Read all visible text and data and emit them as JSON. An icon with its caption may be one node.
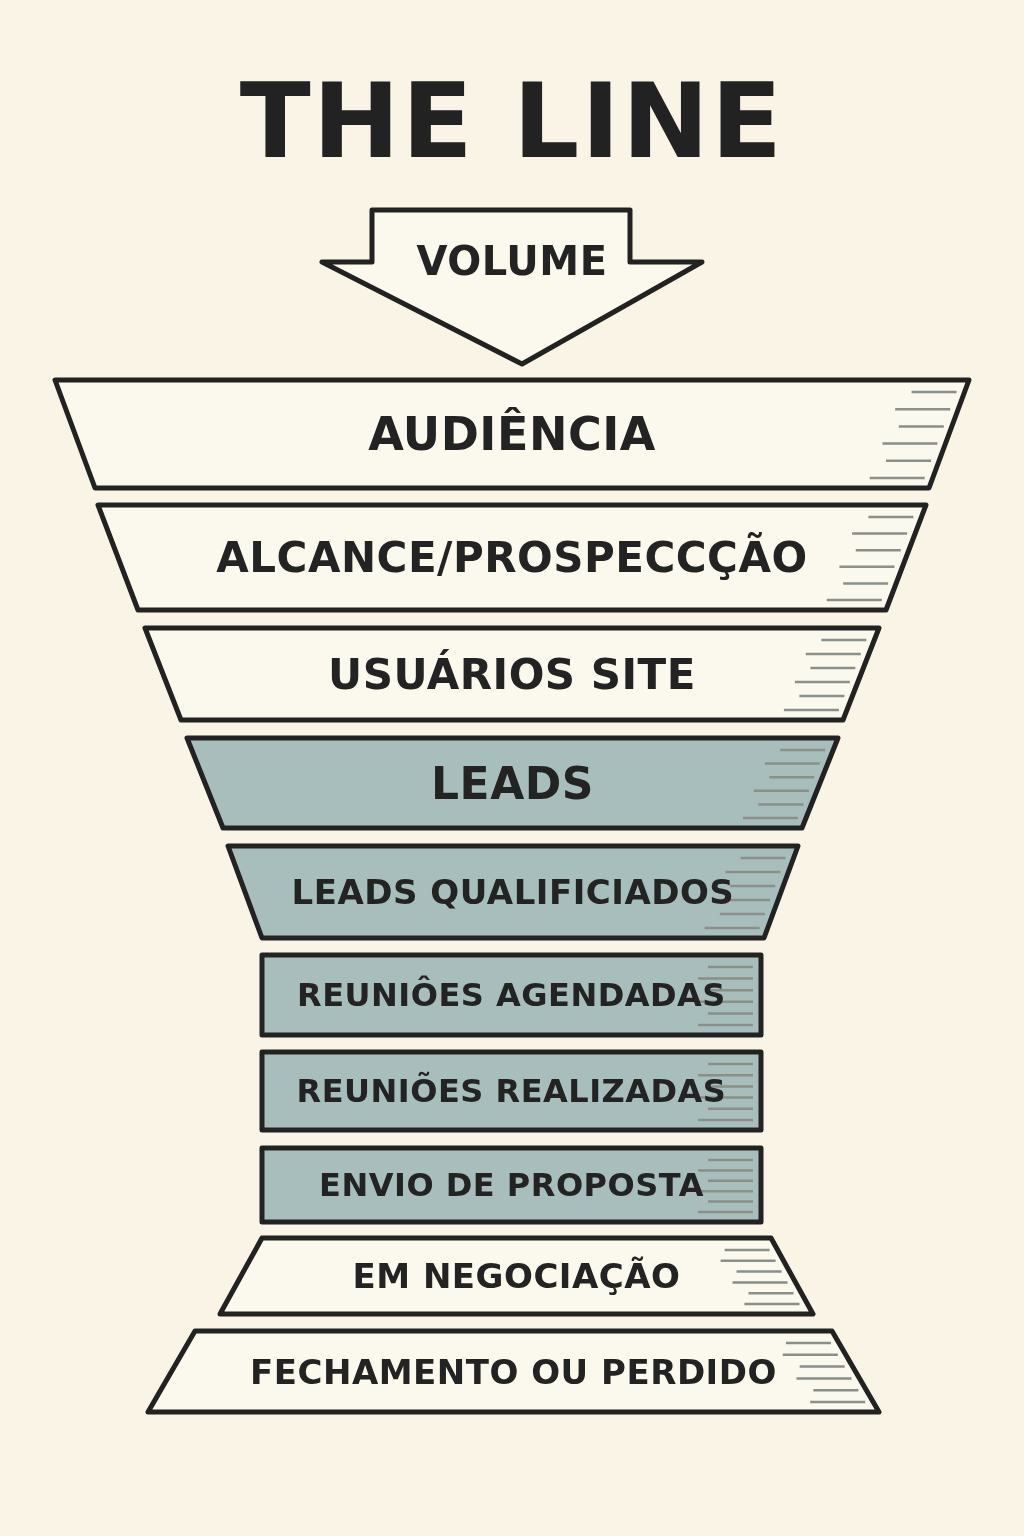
{
  "diagram": {
    "title": "THE LINE",
    "nodes": [
      {
        "text": [
          "VOLUME"
        ]
      },
      {
        "text": [
          "AUDIÊNCIA"
        ]
      },
      {
        "text": [
          "ALCANCE/PROSPECCÇÃO"
        ]
      },
      {
        "text": [
          "USUÁRIOS SITE"
        ]
      },
      {
        "text": [
          "LEADS"
        ]
      },
      {
        "text": [
          "LEADS QUALIFICIADOS"
        ]
      },
      {
        "text": [
          "REUNIÔES AGENDADAS"
        ]
      },
      {
        "text": [
          "REUNIÕES REALIZADAS"
        ]
      },
      {
        "text": [
          "ENVIO DE PROPOSTA"
        ]
      },
      {
        "text": [
          "EM NEGOCIAÇÃO"
        ]
      },
      {
        "text": [
          "FECHAMENTO OU PERDIDO"
        ]
      }
    ]
  }
}
